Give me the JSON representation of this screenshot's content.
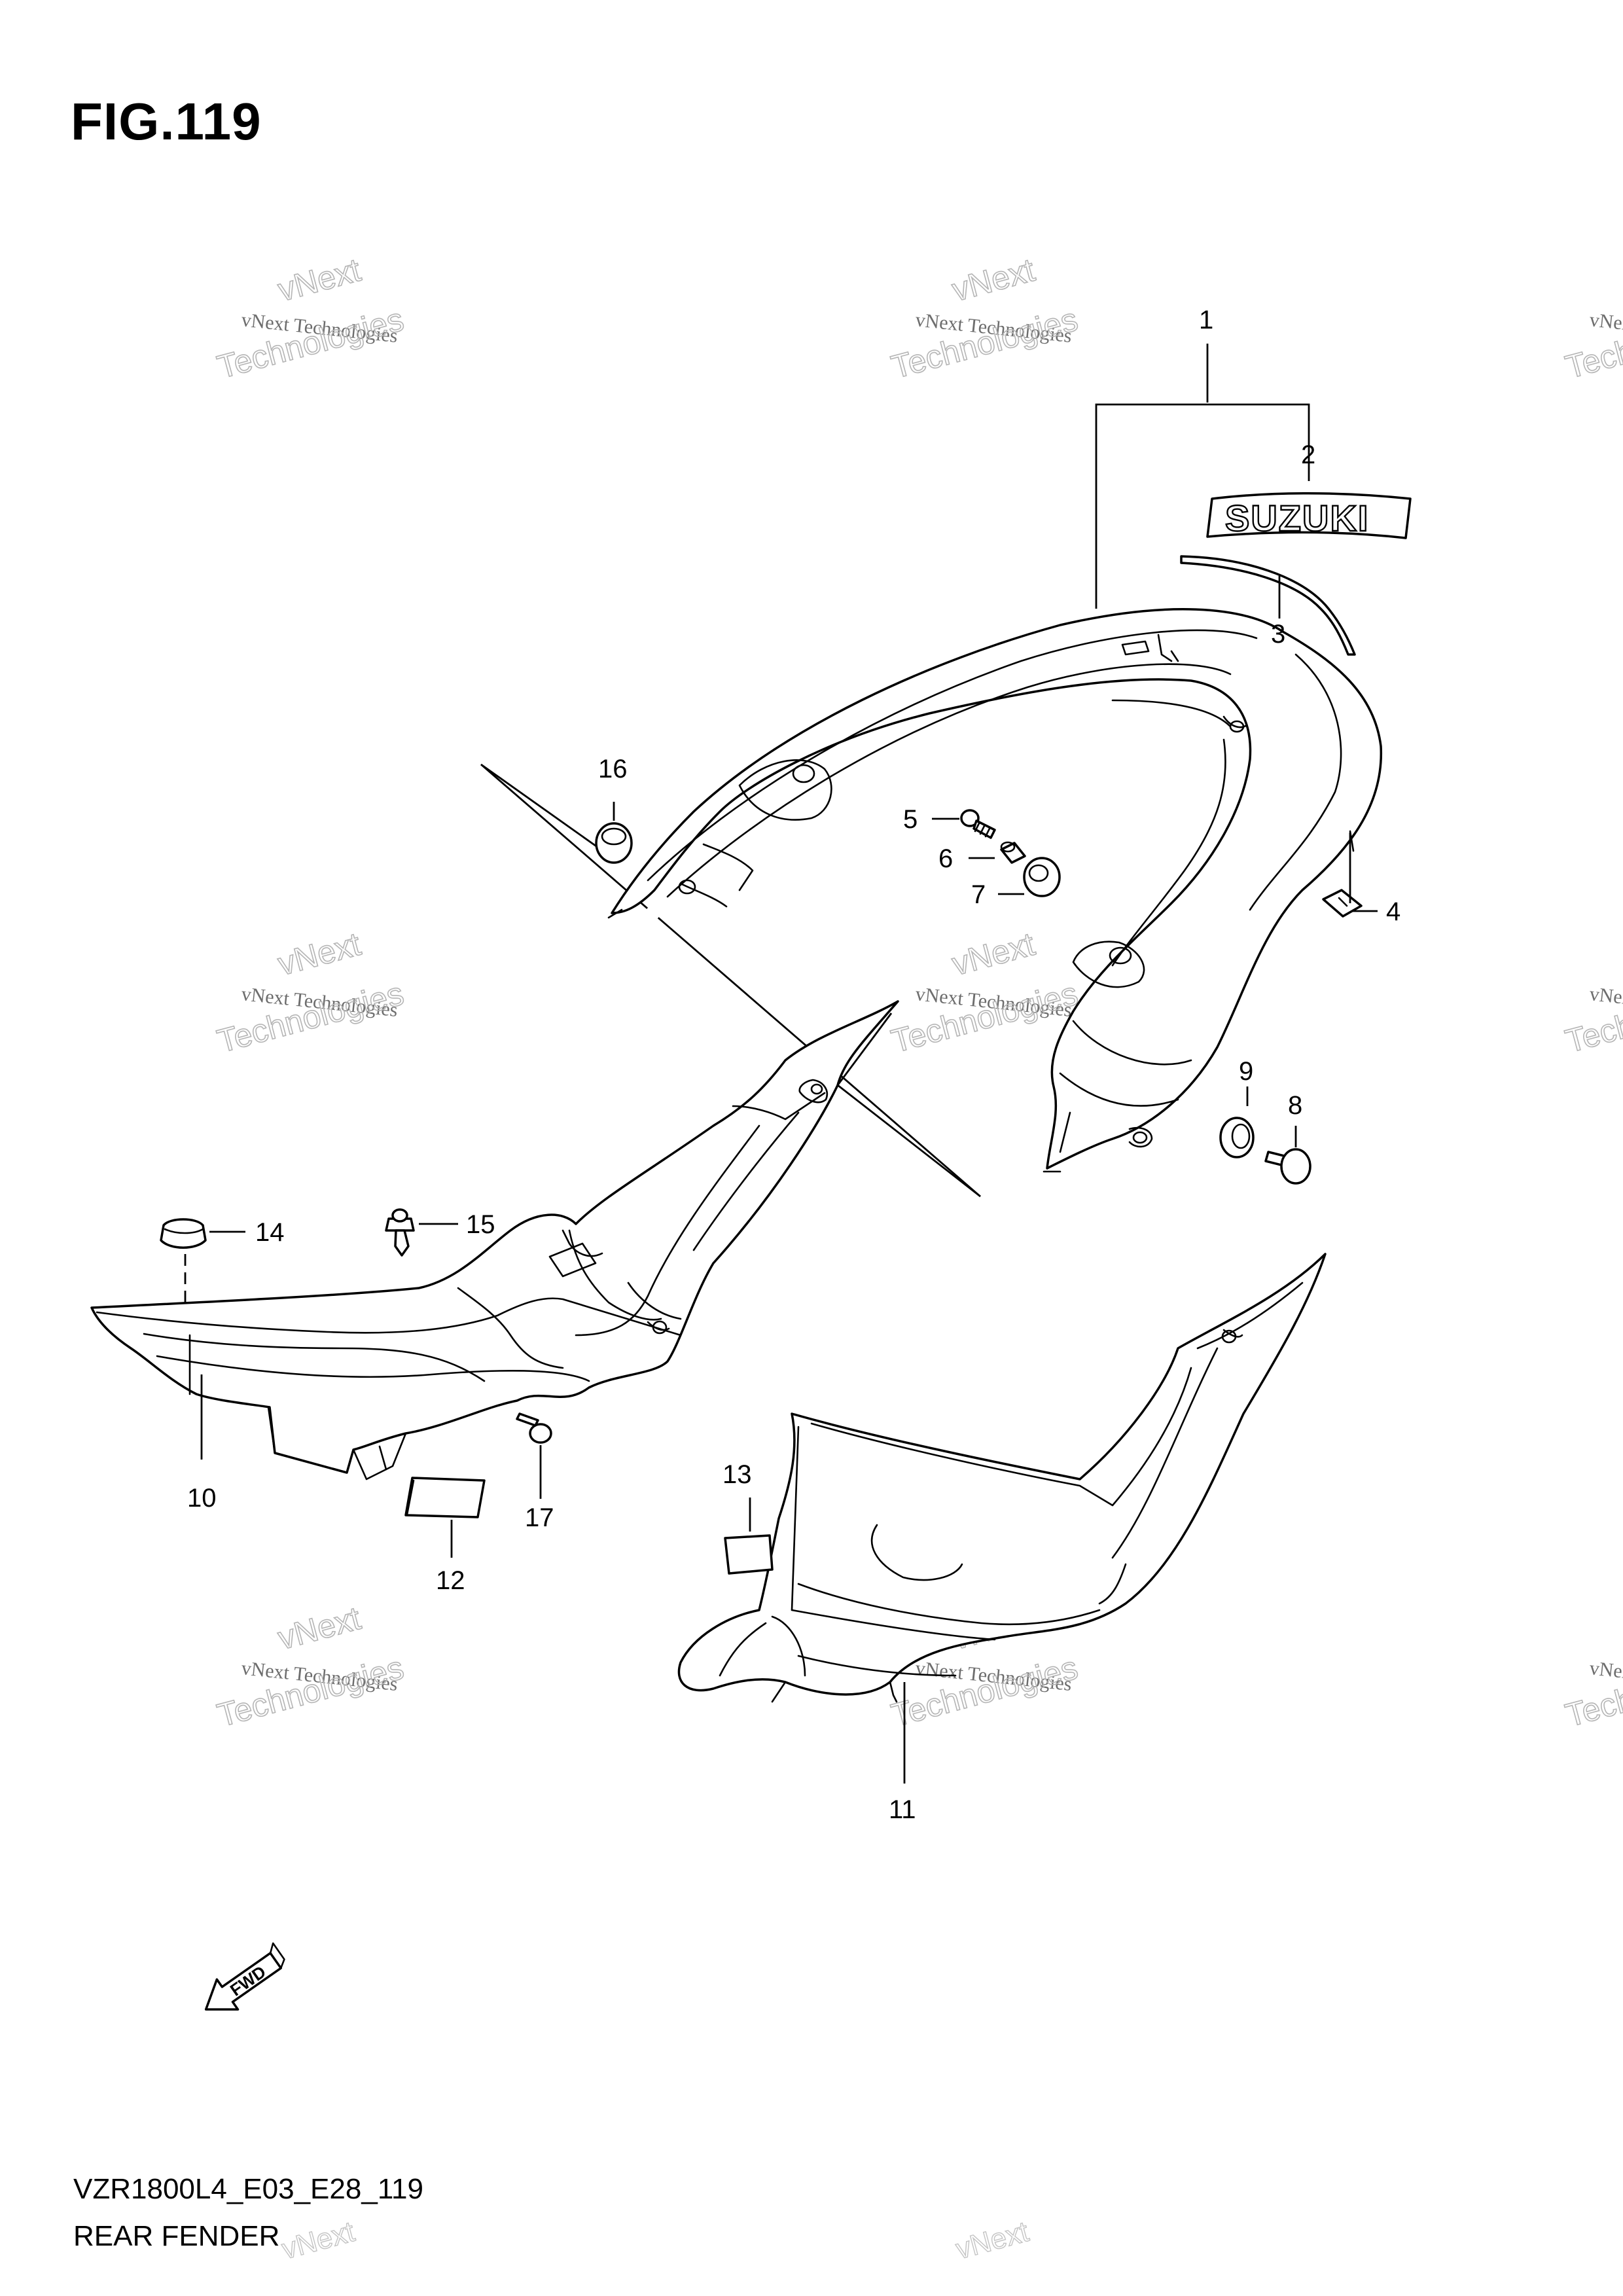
{
  "figure": {
    "title": "FIG.119",
    "model_code": "VZR1800L4_E03_E28_119",
    "section_name": "REAR FENDER"
  },
  "emblem_text": "SUZUKI",
  "fwd_text": "FWD",
  "callouts": [
    "1",
    "2",
    "3",
    "4",
    "5",
    "6",
    "7",
    "8",
    "9",
    "10",
    "11",
    "12",
    "13",
    "14",
    "15",
    "16",
    "17"
  ],
  "watermark": {
    "line1": "vNext Technologies",
    "line2": "vNext",
    "line3": "Technologies"
  },
  "colors": {
    "line": "#000000",
    "background": "#ffffff",
    "watermark": "#9a9a9a"
  }
}
